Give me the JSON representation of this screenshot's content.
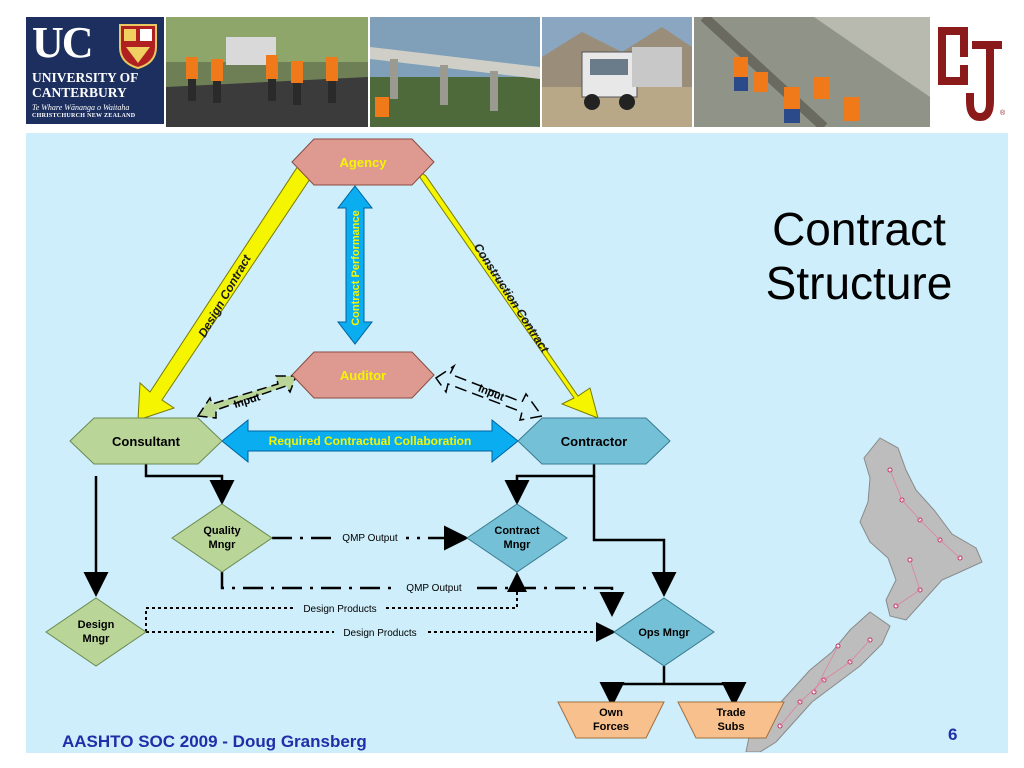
{
  "logo_uc": {
    "letters": "UC",
    "line1": "UNIVERSITY OF",
    "line2": "CANTERBURY",
    "line3": "Te Whare Wānanga o Waitaha",
    "line4": "CHRISTCHURCH NEW ZEALAND"
  },
  "title": {
    "line1": "Contract",
    "line2": "Structure"
  },
  "diagram": {
    "nodes": {
      "agency": "Agency",
      "auditor": "Auditor",
      "consultant": "Consultant",
      "contractor": "Contractor",
      "quality_mngr": [
        "Quality",
        "Mngr"
      ],
      "contract_mngr": [
        "Contract",
        "Mngr"
      ],
      "design_mngr": [
        "Design",
        "Mngr"
      ],
      "ops_mngr": "Ops Mngr",
      "own_forces": [
        "Own",
        "Forces"
      ],
      "trade_subs": [
        "Trade",
        "Subs"
      ]
    },
    "edges": {
      "design_contract": "Design Contract",
      "construction_contract": "Construction Contract",
      "contract_performance": "Contract Performance",
      "input_left": "Input",
      "input_right": "Input",
      "collaboration": "Required Contractual Collaboration",
      "qmp_output_1": "QMP Output",
      "qmp_output_2": "QMP Output",
      "design_products_1": "Design Products",
      "design_products_2": "Design Products"
    }
  },
  "footer": {
    "text": "AASHTO SOC 2009 - Doug Gransberg",
    "page": "6"
  },
  "colors": {
    "background": "#cdeefa",
    "agency_fill": "#de9a90",
    "green_fill": "#b9d598",
    "blue_fill": "#74c0d6",
    "orange_fill": "#f8c08d",
    "yellow_arrow": "#f5f500",
    "cyan_arrow": "#0aaef0",
    "footer_text": "#1f2fa8",
    "ou_red": "#8b1a1a"
  }
}
